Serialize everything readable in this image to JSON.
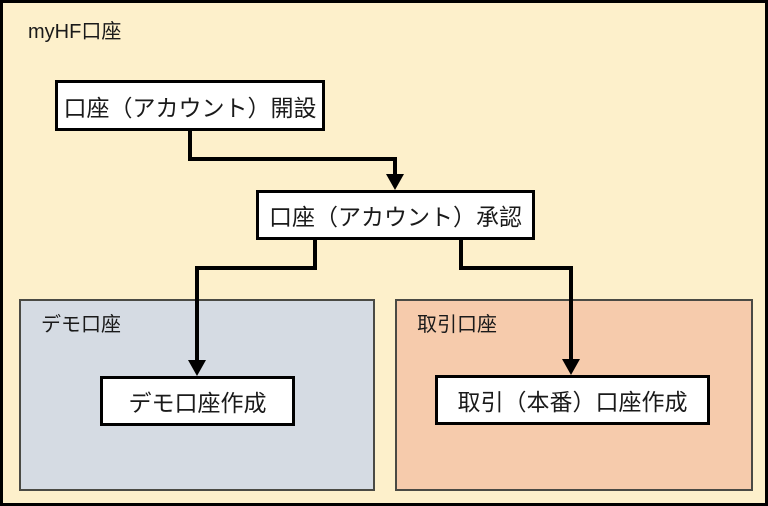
{
  "diagram": {
    "title": "myHF口座",
    "nodes": {
      "open": "口座（アカウント）開設",
      "approve": "口座（アカウント）承認",
      "demo_create": "デモ口座作成",
      "live_create": "取引（本番）口座作成"
    },
    "groups": {
      "demo": {
        "label": "デモ口座",
        "bg": "#D5DBE3"
      },
      "trade": {
        "label": "取引口座",
        "bg": "#F6CBAC"
      }
    },
    "colors": {
      "canvas_bg": "#FDF0CB",
      "node_bg": "#FFFFFF",
      "line": "#000000"
    }
  }
}
